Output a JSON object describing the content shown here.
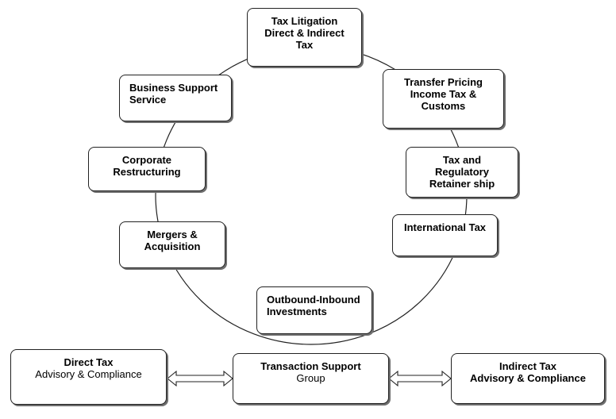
{
  "circle_nodes": [
    {
      "id": "tax-litigation",
      "line1": "Tax Litigation\nDirect & Indirect\nTax"
    },
    {
      "id": "transfer-pricing",
      "line1": "Transfer Pricing\nIncome Tax &\nCustoms"
    },
    {
      "id": "tax-regulatory",
      "line1": "Tax and\nRegulatory\nRetainer ship"
    },
    {
      "id": "international-tax",
      "line1": "International Tax"
    },
    {
      "id": "outbound-inbound",
      "line1": "Outbound-Inbound\nInvestments"
    },
    {
      "id": "mergers",
      "line1": "Mergers &\nAcquisition"
    },
    {
      "id": "corporate-restructuring",
      "line1": "Corporate\nRestructuring"
    },
    {
      "id": "business-support",
      "line1": "Business Support\nService"
    }
  ],
  "bottom_nodes": {
    "direct": {
      "line1": "Direct Tax",
      "line2": "Advisory & Compliance"
    },
    "transaction": {
      "line1": "Transaction Support",
      "line2": "Group"
    },
    "indirect": {
      "line1": "Indirect Tax",
      "line2": "Advisory & Compliance"
    }
  }
}
